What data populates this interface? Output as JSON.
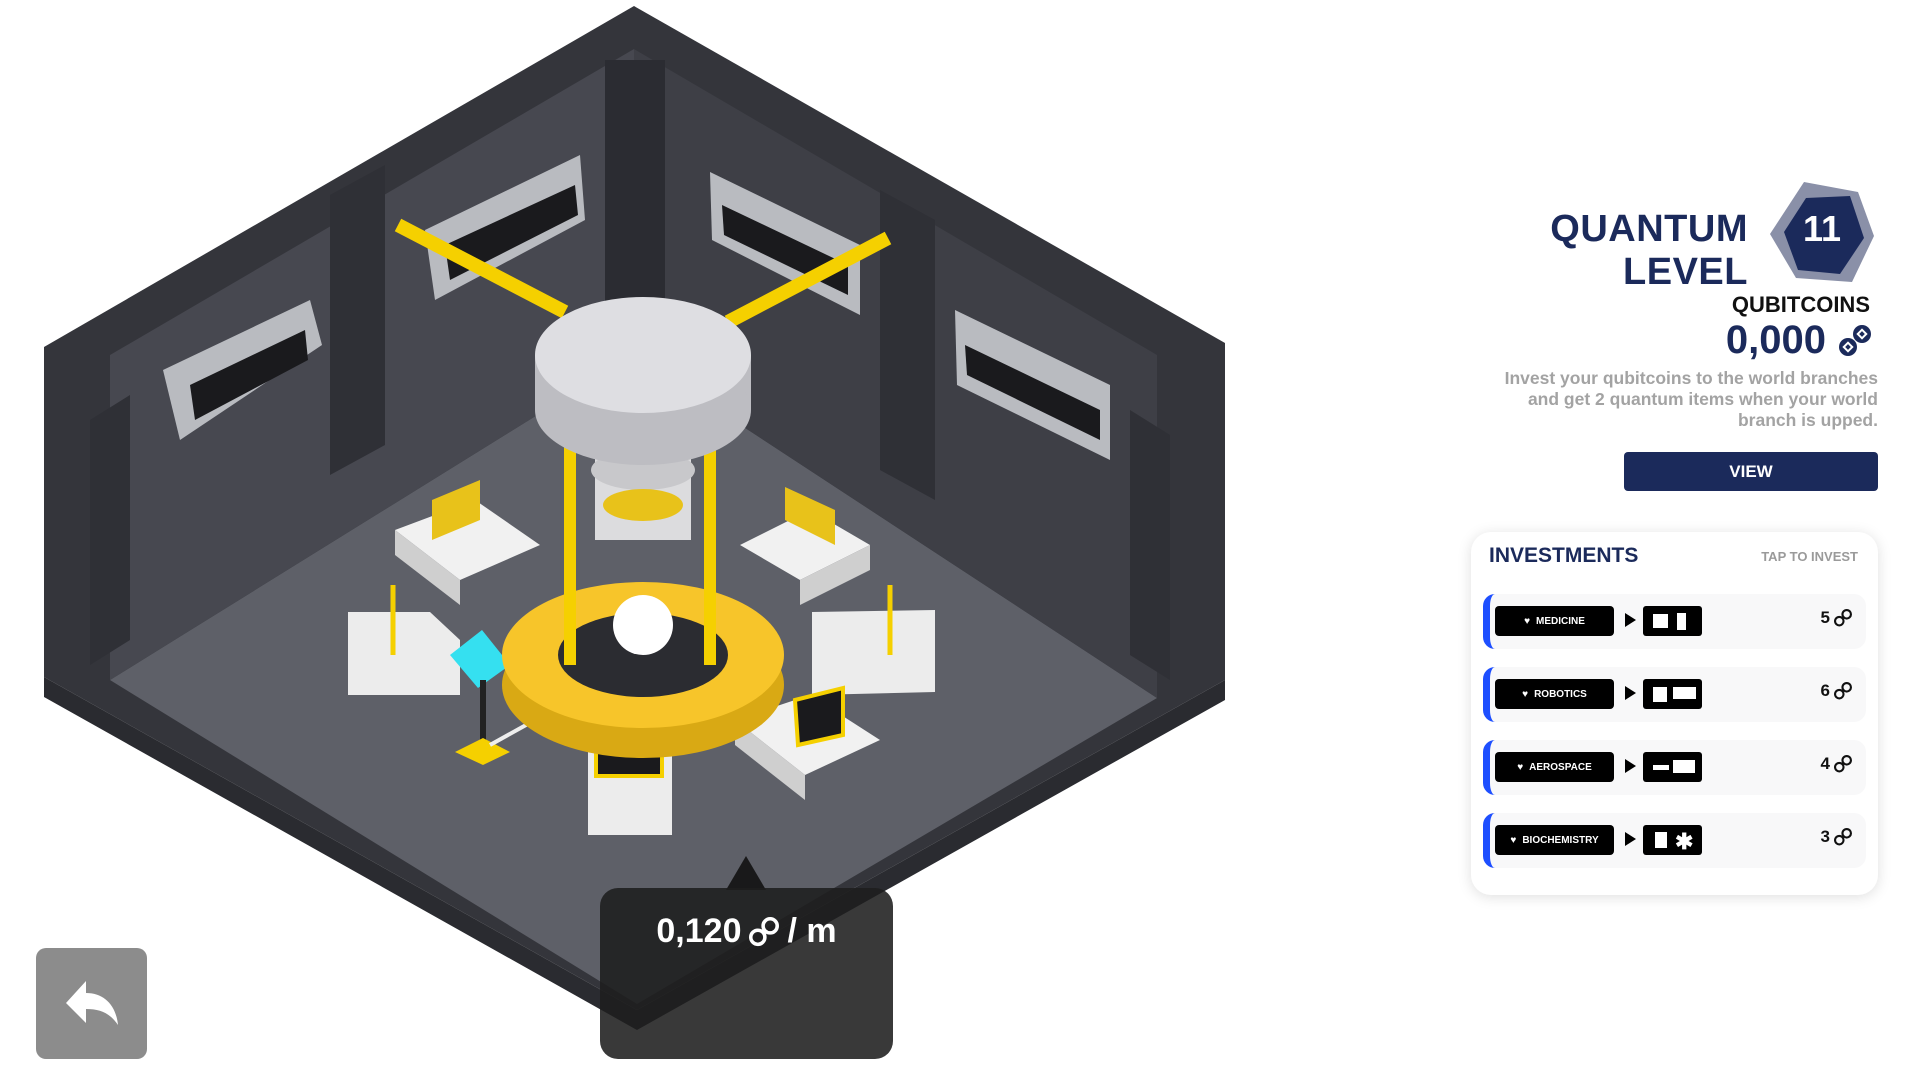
{
  "header": {
    "title": "QUANTUM LEVEL",
    "level": "11",
    "coins_label": "QUBITCOINS",
    "coins_value": "0,000",
    "description": "Invest your qubitcoins to the world branches and get 2 quantum items when your world branch is upped.",
    "view_label": "VIEW"
  },
  "investments": {
    "title": "INVESTMENTS",
    "hint": "TAP TO INVEST",
    "rows": [
      {
        "label": "MEDICINE",
        "cost": "5",
        "icon": "heart-pulse-icon"
      },
      {
        "label": "ROBOTICS",
        "cost": "6",
        "icon": "heart-pulse-icon"
      },
      {
        "label": "AEROSPACE",
        "cost": "4",
        "icon": "heart-pulse-icon"
      },
      {
        "label": "BIOCHEMISTRY",
        "cost": "3",
        "icon": "heart-pulse-icon"
      }
    ]
  },
  "rate": {
    "value": "0,120",
    "unit": "/ m"
  },
  "colors": {
    "navy": "#1b2a5b",
    "accent": "#1e4fff",
    "badge_outer": "#8a90a8",
    "yellow": "#f5cc1f",
    "wall": "#45464d",
    "floor": "#5e6068"
  },
  "icons": {
    "back": "reply-arrow-icon",
    "coin": "qubitcoin-icon"
  }
}
